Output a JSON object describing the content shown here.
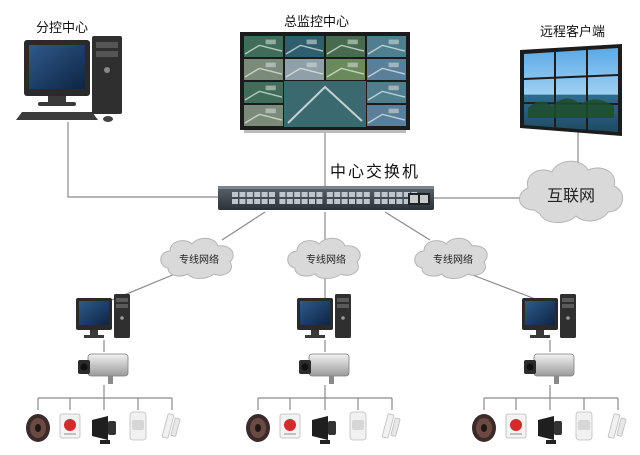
{
  "labels": {
    "branch_center": "分控中心",
    "main_center": "总监控中心",
    "remote_client": "远程客户端",
    "core_switch": "中心交换机",
    "internet": "互联网",
    "private_network": "专线网络"
  },
  "colors": {
    "line": "#8a8a8a",
    "cloud_fill": "#d9d9d9",
    "cloud_stroke": "#b5b5b5",
    "switch_body": "#3f4750",
    "port": "#bfc6cc",
    "monitor_frame": "#2a2a2a",
    "pc_case": "#2f2f2f",
    "camera_body": "#d8d8d8",
    "alarm_red": "#d22b2b"
  },
  "branch_devices": [
    "speaker-icon",
    "emergency-button-icon",
    "alarm-horn-icon",
    "pir-detector-icon",
    "door-sensor-icon"
  ]
}
